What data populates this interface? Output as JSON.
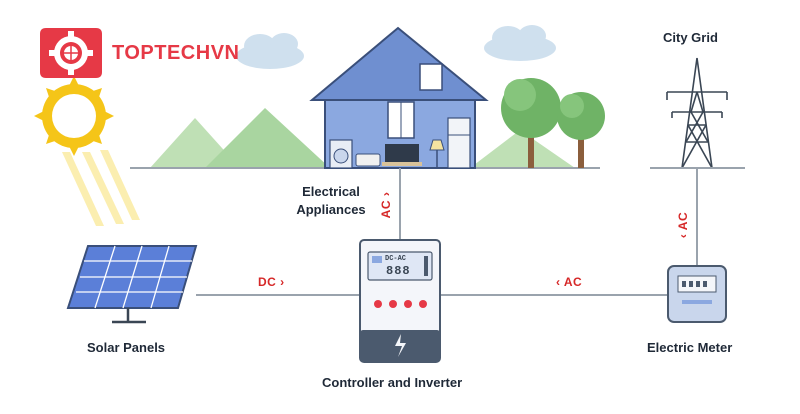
{
  "brand": {
    "name": "TOPTECHVN",
    "color": "#e63946"
  },
  "labels": {
    "city_grid": "City Grid",
    "appliances": "Electrical\nAppliances",
    "solar": "Solar Panels",
    "controller": "Controller and Inverter",
    "meter": "Electric Meter"
  },
  "flows": {
    "dc": "DC ›",
    "ac_left": "‹ AC",
    "ac_up": "AC ›",
    "ac_grid": "‹ AC"
  },
  "controller_display": {
    "mode": "DC-AC",
    "digits": "888"
  },
  "colors": {
    "house": "#7b9bd8",
    "line": "#9aa3ad",
    "flow_text": "#d62828",
    "panel": "#5b7fd8",
    "mountain": "#a9d5a0",
    "tree": "#6fb366",
    "sun": "#f5c518"
  }
}
